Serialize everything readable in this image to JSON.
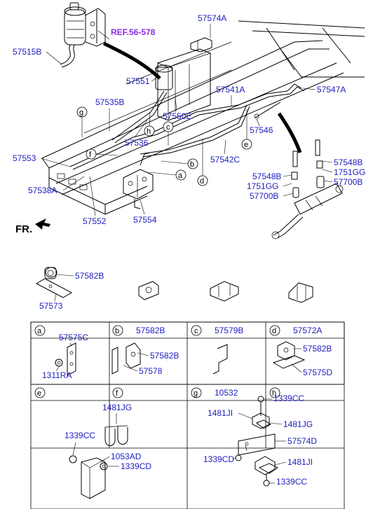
{
  "main": {
    "ref_label": "REF.56-578",
    "fr_label": "FR.",
    "callouts": {
      "c57574A": "57574A",
      "c57515B": "57515B",
      "c57551": "57551",
      "c57535B": "57535B",
      "c57550E": "57550E",
      "c57541A": "57541A",
      "c57547A": "57547A",
      "c57536": "57536",
      "c57546": "57546",
      "c57553": "57553",
      "c57542C": "57542C",
      "c57548B_r": "57548B",
      "c1751GG_r": "1751GG",
      "c57700B_r": "57700B",
      "c57548B_l": "57548B",
      "c1751GG_l": "1751GG",
      "c57700B_l": "57700B",
      "c57538A": "57538A",
      "c57552": "57552",
      "c57554": "57554"
    },
    "letters": {
      "a": "a",
      "b": "b",
      "c": "c",
      "d": "d",
      "e": "e",
      "f": "f",
      "g": "g",
      "h": "h"
    }
  },
  "table": {
    "row1": {
      "a": {
        "letter": "a",
        "part1": "57582B",
        "part2": "57573"
      },
      "b": {
        "letter": "b",
        "part": "57582B"
      },
      "c": {
        "letter": "c",
        "part": "57579B"
      },
      "d": {
        "letter": "d",
        "part": "57572A"
      }
    },
    "row2": {
      "e": {
        "letter": "e",
        "part1": "57575C",
        "part2": "1311RA"
      },
      "f": {
        "letter": "f",
        "part1": "57582B",
        "part2": "57578"
      },
      "g": {
        "letter": "g",
        "part": "10532"
      },
      "h": {
        "letter": "h",
        "part1": "57582B",
        "part2": "57575D"
      }
    },
    "bottom_left": {
      "p1": "1481JG",
      "p2": "1339CC",
      "p3": "1053AD",
      "p4": "1339CD"
    },
    "bottom_right": {
      "p1": "1339CC",
      "p2": "1481JI",
      "p3": "1481JG",
      "p4": "57574D",
      "p5": "1339CD",
      "p6": "1481JI",
      "p7": "1339CC"
    }
  }
}
